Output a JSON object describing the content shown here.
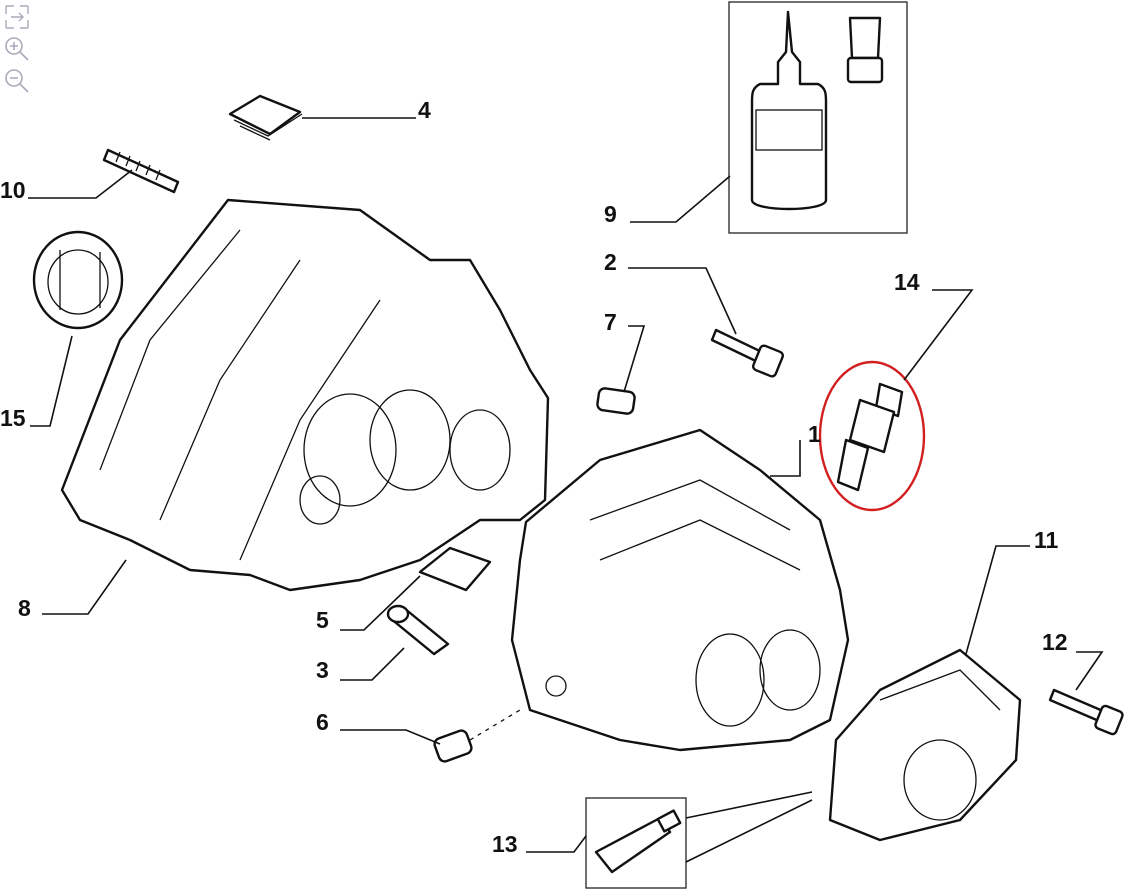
{
  "toolbar": {
    "tools": [
      {
        "icon": "expand-icon"
      },
      {
        "icon": "zoom-in-icon"
      },
      {
        "icon": "zoom-out-icon"
      }
    ]
  },
  "callouts": {
    "c1": "1",
    "c2": "2",
    "c3": "3",
    "c4": "4",
    "c5": "5",
    "c6": "6",
    "c7": "7",
    "c8": "8",
    "c9": "9",
    "c10": "10",
    "c11": "11",
    "c12": "12",
    "c13": "13",
    "c14": "14",
    "c15": "15"
  },
  "highlight": {
    "callout": "14",
    "color": "#d21f1f"
  },
  "colors": {
    "line": "#111111",
    "background": "#ffffff",
    "highlight": "#d21f1f"
  }
}
